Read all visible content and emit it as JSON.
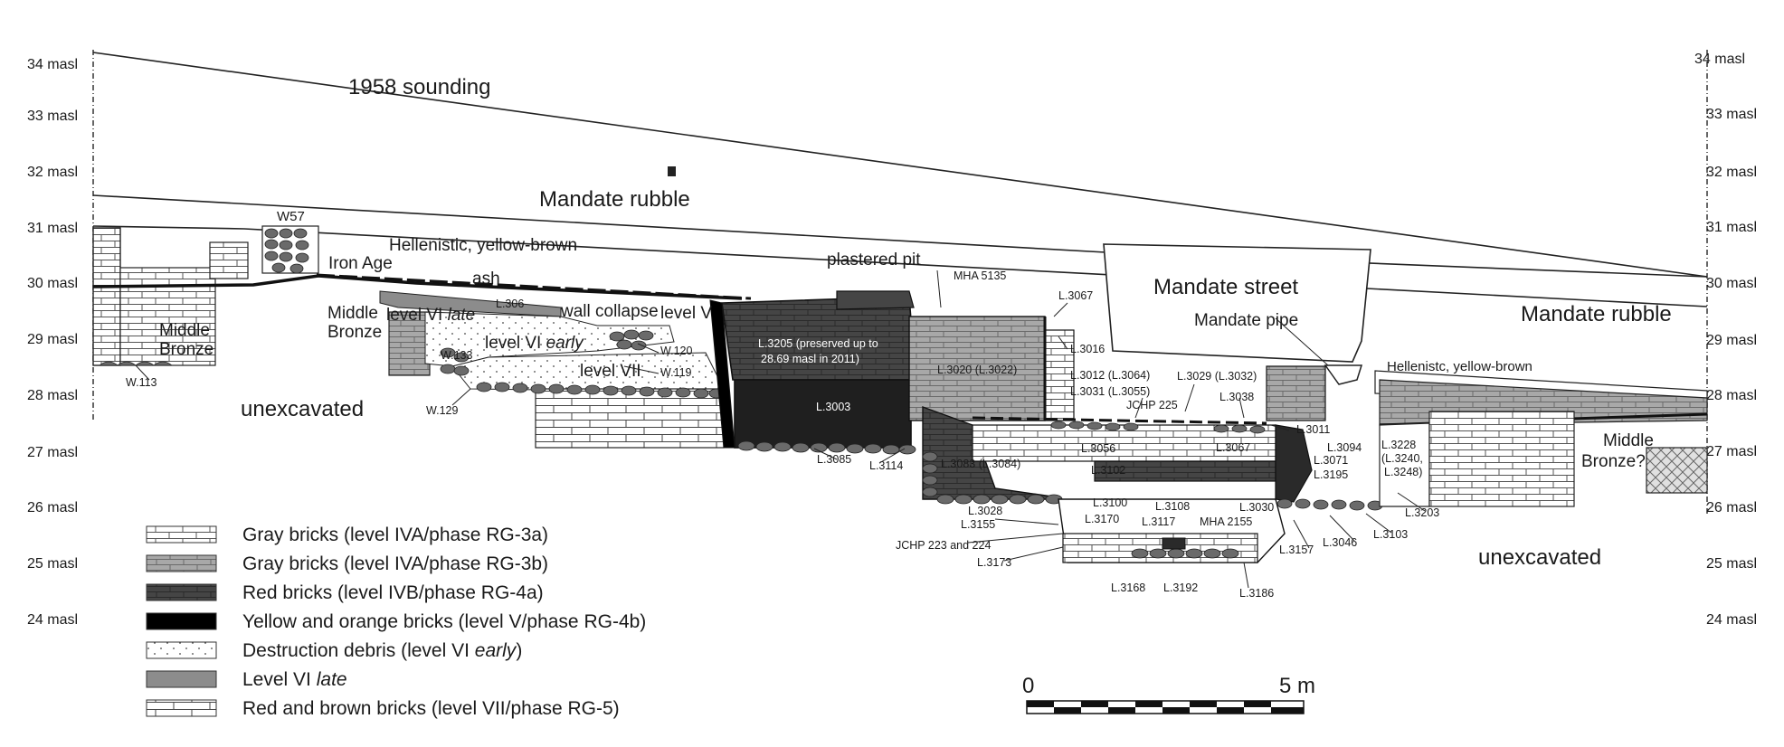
{
  "elevation_axis": {
    "left": [
      "34 masl",
      "33 masl",
      "32 masl",
      "31 masl",
      "30 masl",
      "29 masl",
      "28 masl",
      "27 masl",
      "26 masl",
      "25 masl",
      "24 masl"
    ],
    "right": [
      "34 masl",
      "33 masl",
      "32 masl",
      "31 masl",
      "30 masl",
      "29 masl",
      "28 masl",
      "27 masl",
      "26 masl",
      "25 masl",
      "24 masl"
    ]
  },
  "labels": {
    "sounding": "1958 sounding",
    "mandate_rubble_top": "Mandate rubble",
    "hellenistic": "Hellenistic, yellow-brown",
    "iron_age": "Iron Age",
    "ash": "ash",
    "w57": "W57",
    "middle_bronze_left_1": "Middle",
    "middle_bronze_left_2": "Bronze",
    "middle_bronze_mid_1": "Middle",
    "middle_bronze_mid_2": "Bronze",
    "level_vi_late_a": "level VI ",
    "level_vi_late_b": "late",
    "l306": "L.306",
    "wall_collapse": "wall collapse",
    "level_v": "level V",
    "level_vi_early_a": "level VI ",
    "level_vi_early_b": "early",
    "w120": "W.120",
    "w119": "W.119",
    "w133": "W.133",
    "level_vii": "level VII",
    "w113": "W.113",
    "w129": "W.129",
    "unexcavated_left": "unexcavated",
    "plastered_pit": "plastered pit",
    "l3205_a": "L.3205 (preserved up to",
    "l3205_b": "28.69 masl in 2011)",
    "l3003": "L.3003",
    "l3085": "L.3085",
    "l3114": "L.3114",
    "mha5135": "MHA 5135",
    "l3020": "L.3020 (L.3022)",
    "l3083": "L.3083 (L.3084)",
    "l3067_top": "L.3067",
    "l3016": "L.3016",
    "l3012": "L.3012 (L.3064)",
    "l3031": "L.3031 (L.3055)",
    "l3029": "L.3029 (L.3032)",
    "jchp225": "JCHP 225",
    "l3038": "L.3038",
    "l3011": "L.3011",
    "l3056": "L.3056",
    "l3067_mid": "L.3067",
    "l3102": "L.3102",
    "l3094": "L.3094",
    "l3071": "L.3071",
    "l3195": "L.3195",
    "l3100": "L.3100",
    "l3108": "L.3108",
    "l3030": "L.3030",
    "l3170": "L.3170",
    "l3117": "L.3117",
    "mha2155": "MHA 2155",
    "l3028": "L.3028",
    "l3155": "L.3155",
    "jchp223": "JCHP 223 and 224",
    "l3173": "L.3173",
    "l3157": "L.3157",
    "l3046": "L.3046",
    "l3103": "L.3103",
    "l3203": "L.3203",
    "l3168": "L.3168",
    "l3192": "L.3192",
    "l3186": "L.3186",
    "mandate_street": "Mandate street",
    "mandate_pipe": "Mandate pipe",
    "mandate_rubble_right": "Mandate rubble",
    "hellenistic_right": "Hellenistc, yellow-brown",
    "l3228_a": "L.3228",
    "l3228_b": "(L.3240,",
    "l3228_c": "L.3248)",
    "middle_bronze_right_1": "Middle",
    "middle_bronze_right_2": "Bronze?",
    "unexcavated_right": "unexcavated"
  },
  "legend": [
    {
      "text": "Gray bricks (level IVA/phase RG-3a)",
      "fill": "#ffffff",
      "pattern": "brick-light"
    },
    {
      "text": "Gray bricks (level IVA/phase RG-3b)",
      "fill": "#a8a8a8",
      "pattern": "brick-gray"
    },
    {
      "text": "Red bricks (level IVB/phase RG-4a)",
      "fill": "#4a4a4a",
      "pattern": "brick-dark"
    },
    {
      "text": "Yellow and orange bricks (level V/phase RG-4b)",
      "fill": "#000000",
      "pattern": "solid-black"
    },
    {
      "text_a": "Destruction debris (level VI ",
      "text_b": "early",
      "text_c": ")",
      "fill": "#ffffff",
      "pattern": "dots"
    },
    {
      "text_a": "Level VI ",
      "text_b": "late",
      "fill": "#8c8c8c",
      "pattern": "solid-gray"
    },
    {
      "text": "Red and brown bricks (level VII/phase RG-5)",
      "fill": "#ffffff",
      "pattern": "brick-wide"
    }
  ],
  "scale": {
    "start": "0",
    "end": "5 m"
  },
  "colors": {
    "ink": "#1a1a1a",
    "gray_brick": "#a8a8a8",
    "red_brick": "#4a4a4a",
    "level_vi_late": "#8c8c8c"
  }
}
